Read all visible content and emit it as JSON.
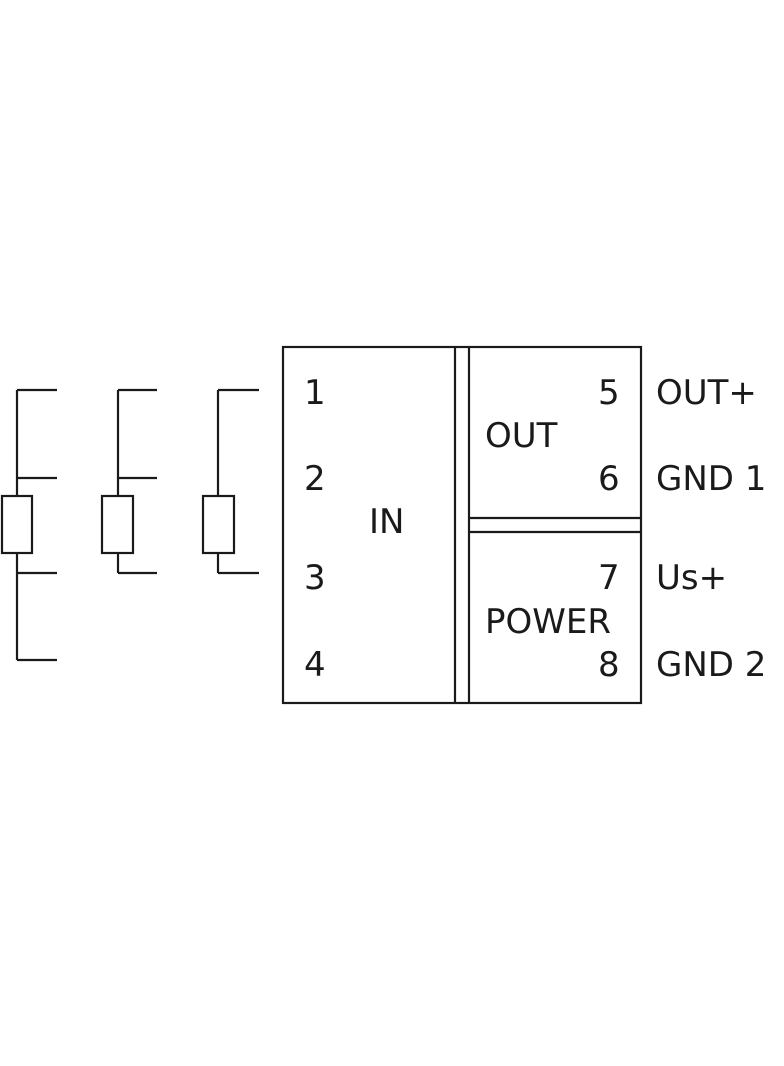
{
  "block": {
    "input_label": "IN",
    "output_label": "OUT",
    "power_label": "POWER"
  },
  "terminals": {
    "t1": "1",
    "t2": "2",
    "t3": "3",
    "t4": "4",
    "t5": "5",
    "t6": "6",
    "t7": "7",
    "t8": "8"
  },
  "signals": {
    "s5": "OUT+",
    "s6": "GND 1",
    "s7": "Us+",
    "s8": "GND 2"
  },
  "colors": {
    "line": "#1a1a1a",
    "background": "#ffffff"
  }
}
